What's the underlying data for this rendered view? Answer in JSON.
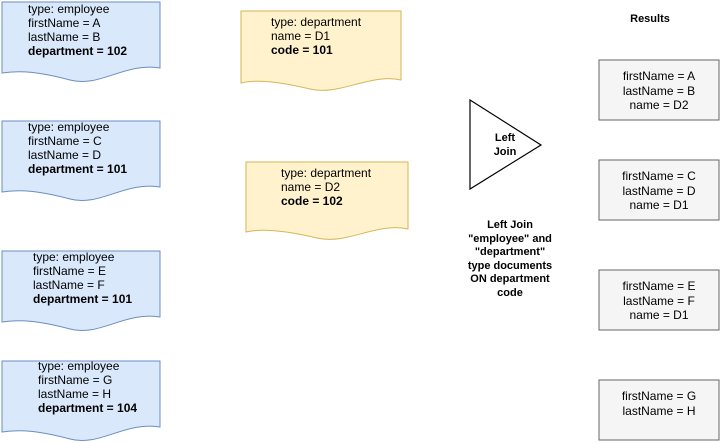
{
  "colors": {
    "employee_fill": "#dae8fc",
    "employee_stroke": "#6c8ebf",
    "department_fill": "#fff2cc",
    "department_stroke": "#d6b656",
    "result_fill": "#f5f5f5",
    "result_stroke": "#666666"
  },
  "employees": [
    {
      "line1": "type: employee",
      "line2": "firstName = A",
      "line3": "lastName = B",
      "line4": "department = 102"
    },
    {
      "line1": "type: employee",
      "line2": "firstName = C",
      "line3": "lastName = D",
      "line4": "department = 101"
    },
    {
      "line1": "type: employee",
      "line2": "firstName = E",
      "line3": "lastName = F",
      "line4": "department = 101"
    },
    {
      "line1": "type: employee",
      "line2": "firstName = G",
      "line3": "lastName = H",
      "line4": "department = 104"
    }
  ],
  "departments": [
    {
      "line1": "type: department",
      "line2": "name = D1",
      "line3": "code = 101"
    },
    {
      "line1": "type: department",
      "line2": "name = D2",
      "line3": "code = 102"
    }
  ],
  "join": {
    "label_line1": "Left",
    "label_line2": "Join",
    "caption_lines": [
      "Left Join",
      "\"employee\" and",
      "\"department\"",
      "type documents",
      "ON department",
      "code"
    ]
  },
  "results": {
    "title": "Results",
    "items": [
      {
        "line1": "firstName = A",
        "line2": "lastName = B",
        "line3": "name = D2"
      },
      {
        "line1": "firstName = C",
        "line2": "lastName = D",
        "line3": "name = D1"
      },
      {
        "line1": "firstName = E",
        "line2": "lastName = F",
        "line3": "name = D1"
      },
      {
        "line1": "firstName = G",
        "line2": "lastName = H"
      }
    ]
  }
}
